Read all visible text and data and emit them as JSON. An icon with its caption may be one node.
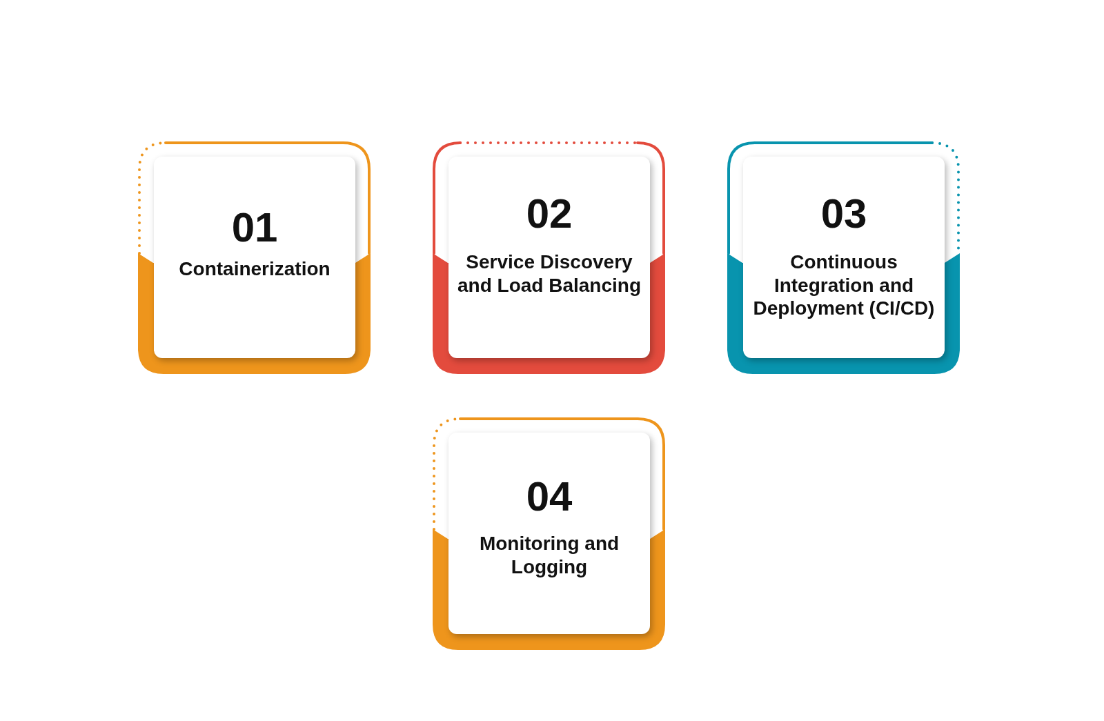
{
  "diagram": {
    "nodes": [
      {
        "text": [
          "01",
          "Containerization"
        ]
      },
      {
        "text": [
          "02",
          "Service Discovery and Load Balancing"
        ]
      },
      {
        "text": [
          "03",
          "Continuous Integration and Deployment (CI/CD)"
        ]
      },
      {
        "text": [
          "04",
          "Monitoring and Logging"
        ]
      }
    ]
  }
}
